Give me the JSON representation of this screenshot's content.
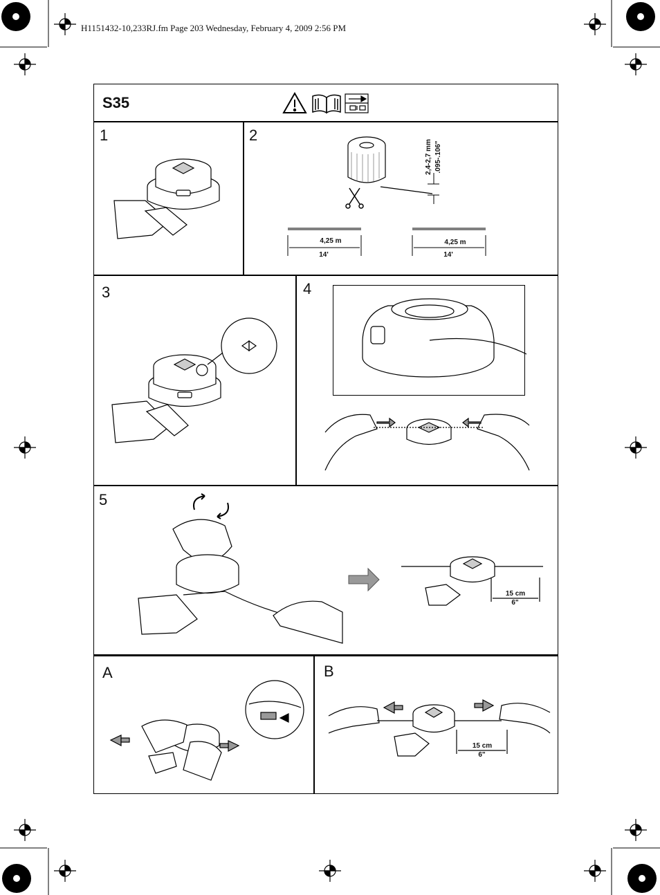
{
  "header": {
    "file_info": "H1151432-10,233RJ.fm  Page 203  Wednesday, February 4, 2009  2:56 PM"
  },
  "section": {
    "title": "S35"
  },
  "panels": {
    "p1": {
      "label": "1"
    },
    "p2": {
      "label": "2",
      "diameter_mm": "2,4-2,7 mm",
      "diameter_in": ".095-.106\"",
      "length_left_m": "4,25 m",
      "length_left_ft": "14'",
      "length_right_m": "4,25 m",
      "length_right_ft": "14'"
    },
    "p3": {
      "label": "3"
    },
    "p4": {
      "label": "4"
    },
    "p5": {
      "label": "5",
      "dist_cm": "15 cm",
      "dist_in": "6\""
    },
    "pA": {
      "label": "A"
    },
    "pB": {
      "label": "B",
      "dist_cm": "15 cm",
      "dist_in": "6\""
    }
  },
  "icons": [
    "warning-icon",
    "manual-book-icon",
    "instruction-arrow-icon"
  ]
}
